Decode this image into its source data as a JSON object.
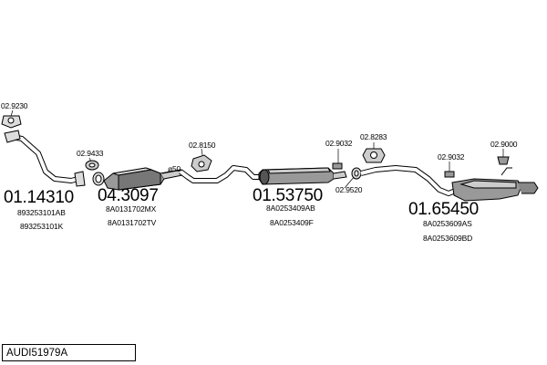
{
  "small_part_codes": {
    "gasket_front": "02.9230",
    "clamp_front": "02.9433",
    "mount_1": "02.8150",
    "mount_2": "02.9032",
    "gasket_mid": "02.8283",
    "clamp_mid": "02.9520",
    "mount_3": "02.9032",
    "mount_rear": "02.9000"
  },
  "pipe_label": "ø50",
  "assemblies": {
    "front_pipe": {
      "number": "01.14310",
      "refs": [
        "893253101AB",
        "893253101K"
      ]
    },
    "catalyst": {
      "number": "04.3097",
      "refs": [
        "8A0131702MX",
        "8A0131702TV"
      ]
    },
    "middle_silencer": {
      "number": "01.53750",
      "refs": [
        "8A0253409AB",
        "8A0253409F"
      ]
    },
    "rear_silencer": {
      "number": "01.65450",
      "refs": [
        "8A0253609AS",
        "8A0253609BD"
      ]
    }
  },
  "reference_box": {
    "label": "AUDI51979A"
  }
}
